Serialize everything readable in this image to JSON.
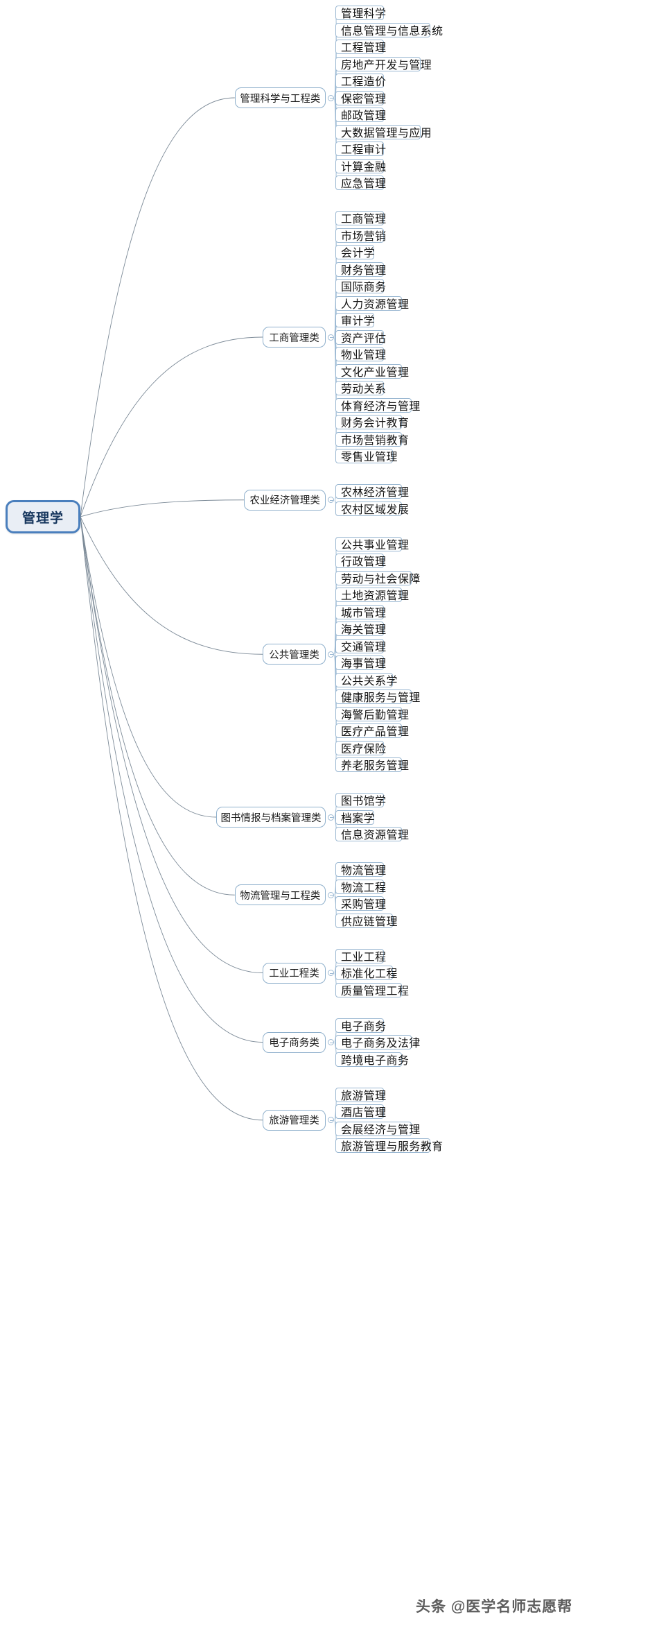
{
  "diagram": {
    "type": "mind-map",
    "title": "管理学",
    "watermark": "头条 @医学名师志愿帮",
    "colors": {
      "root_fill": "#e9eef5",
      "root_border": "#4a7fbd",
      "root_text": "#16365d",
      "branch_border": "#8fb0cc",
      "leaf_border": "#9bb8d2",
      "link": "#6f7f8f",
      "background": "#ffffff"
    },
    "root": {
      "label": "管理学"
    },
    "branches": [
      {
        "label": "管理科学与工程类",
        "children": [
          "管理科学",
          "信息管理与信息系统",
          "工程管理",
          "房地产开发与管理",
          "工程造价",
          "保密管理",
          "邮政管理",
          "大数据管理与应用",
          "工程审计",
          "计算金融",
          "应急管理"
        ]
      },
      {
        "label": "工商管理类",
        "children": [
          "工商管理",
          "市场营销",
          "会计学",
          "财务管理",
          "国际商务",
          "人力资源管理",
          "审计学",
          "资产评估",
          "物业管理",
          "文化产业管理",
          "劳动关系",
          "体育经济与管理",
          "财务会计教育",
          "市场营销教育",
          "零售业管理"
        ]
      },
      {
        "label": "农业经济管理类",
        "children": [
          "农林经济管理",
          "农村区域发展"
        ]
      },
      {
        "label": "公共管理类",
        "children": [
          "公共事业管理",
          "行政管理",
          "劳动与社会保障",
          "土地资源管理",
          "城市管理",
          "海关管理",
          "交通管理",
          "海事管理",
          "公共关系学",
          "健康服务与管理",
          "海警后勤管理",
          "医疗产品管理",
          "医疗保险",
          "养老服务管理"
        ]
      },
      {
        "label": "图书情报与档案管理类",
        "children": [
          "图书馆学",
          "档案学",
          "信息资源管理"
        ]
      },
      {
        "label": "物流管理与工程类",
        "children": [
          "物流管理",
          "物流工程",
          "采购管理",
          "供应链管理"
        ]
      },
      {
        "label": "工业工程类",
        "children": [
          "工业工程",
          "标准化工程",
          "质量管理工程"
        ]
      },
      {
        "label": "电子商务类",
        "children": [
          "电子商务",
          "电子商务及法律",
          "跨境电子商务"
        ]
      },
      {
        "label": "旅游管理类",
        "children": [
          "旅游管理",
          "酒店管理",
          "会展经济与管理",
          "旅游管理与服务教育"
        ]
      }
    ]
  }
}
